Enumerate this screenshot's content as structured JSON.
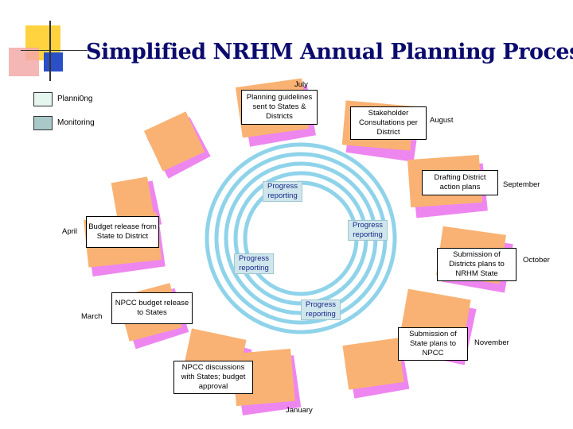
{
  "title": "Simplified NRHM Annual Planning Process",
  "legend": [
    {
      "label": "Planni0ng",
      "color": "#e4f6ee"
    },
    {
      "label": "Monitoring",
      "color": "#a9c9c9"
    }
  ],
  "colors": {
    "orange_card": "#f9b273",
    "pink_card": "#ee86f0",
    "ring": "#8fd3ea",
    "title": "#0b0b6e",
    "deco_yellow": "#ffd23f",
    "deco_red": "#f3a9a9",
    "deco_blue": "#2a4fc7"
  },
  "steps": [
    {
      "id": "planning-guidelines",
      "text": "Planning guidelines sent to States & Districts",
      "month": "July"
    },
    {
      "id": "stakeholder-consultations",
      "text": "Stakeholder Consultations per District",
      "month": "August"
    },
    {
      "id": "drafting-district-plans",
      "text": "Drafting District action plans",
      "month": "September"
    },
    {
      "id": "submission-district-plans",
      "text": "Submission of Districts plans to NRHM State",
      "month": "October"
    },
    {
      "id": "submission-state-plans",
      "text": "Submission of State plans to NPCC",
      "month": "November"
    },
    {
      "id": "npcc-discussions",
      "text": "NPCC discussions with States; budget approval",
      "month": "January"
    },
    {
      "id": "npcc-budget-release",
      "text": "NPCC budget release to States",
      "month": "March"
    },
    {
      "id": "budget-release-district",
      "text": "Budget release from State to District",
      "month": "April"
    }
  ],
  "progress_reporting": [
    {
      "text": "Progress reporting"
    },
    {
      "text": "Progress reporting"
    },
    {
      "text": "Progress reporting"
    },
    {
      "text": "Progress reporting"
    }
  ]
}
